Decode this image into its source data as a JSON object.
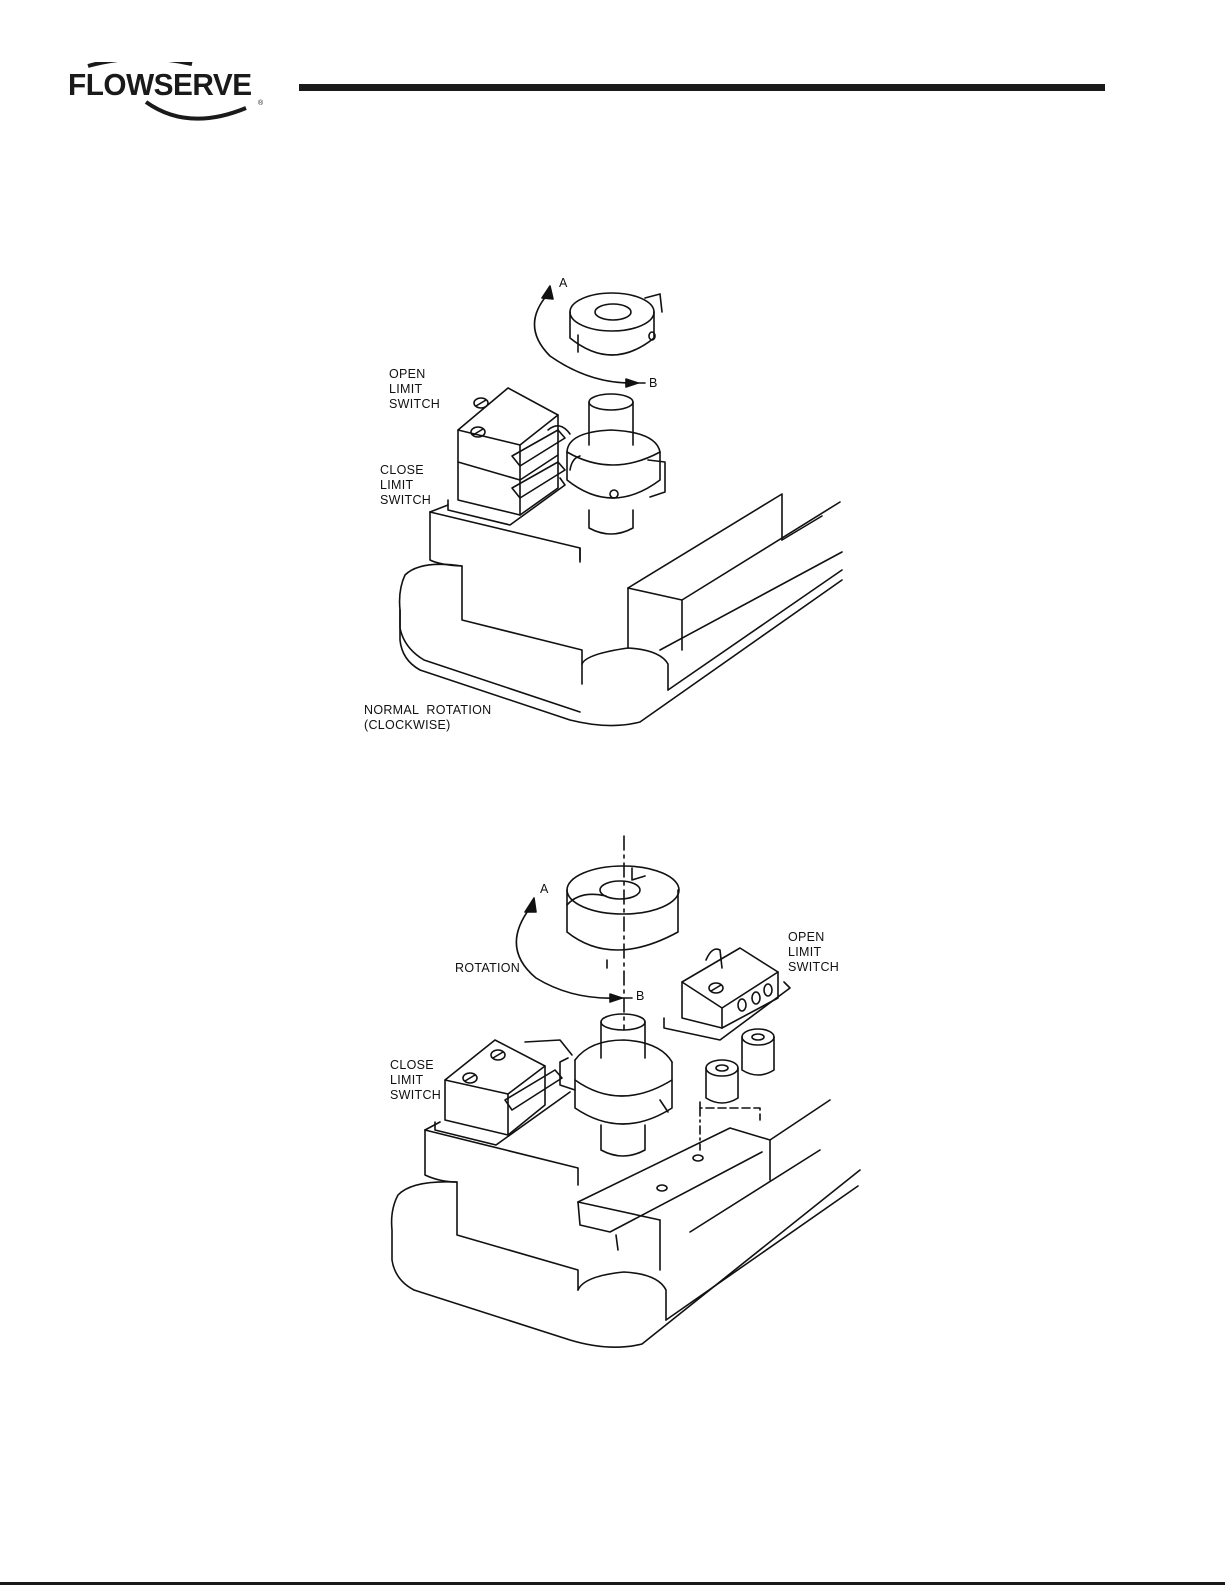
{
  "header": {
    "brand_name": "FLOWSERVE",
    "registered_mark": "®",
    "rule_color": "#1a1a1a"
  },
  "figure_top": {
    "label_open_switch": [
      "OPEN",
      "LIMIT",
      "SWITCH"
    ],
    "label_close_switch": [
      "CLOSE",
      "LIMIT",
      "SWITCH"
    ],
    "label_arrow_a": "A",
    "label_arrow_b": "B",
    "caption": [
      "NORMAL  ROTATION",
      "(CLOCKWISE)"
    ]
  },
  "figure_bottom": {
    "label_open_switch": [
      "OPEN",
      "LIMIT",
      "SWITCH"
    ],
    "label_close_switch": [
      "CLOSE",
      "LIMIT",
      "SWITCH"
    ],
    "label_arrow_a": "A",
    "label_arrow_b": "B",
    "label_rotation": "ROTATION"
  },
  "colors": {
    "ink": "#111111",
    "paper": "#ffffff"
  }
}
